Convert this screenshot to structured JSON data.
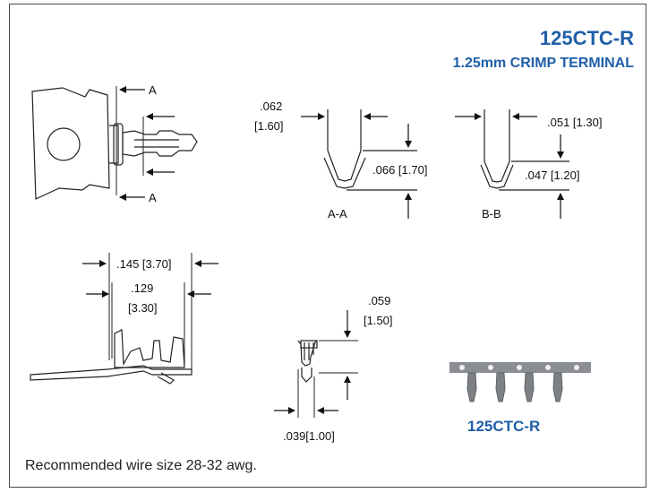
{
  "header": {
    "part_number": "125CTC-R",
    "description": "1.25mm CRIMP TERMINAL"
  },
  "top_view": {
    "section_label_top": "A",
    "section_label_bottom": "A"
  },
  "section_aa": {
    "width_in": ".062",
    "width_mm": "[1.60]",
    "height_dim": ".066 [1.70]",
    "label": "A-A"
  },
  "section_bb": {
    "width_dim": ".051 [1.30]",
    "height_dim": ".047 [1.20]",
    "label": "B-B"
  },
  "side_view": {
    "outer_dim": ".145 [3.70]",
    "inner_in": ".129",
    "inner_mm": "[3.30]"
  },
  "end_view": {
    "height_in": ".059",
    "height_mm": "[1.50]",
    "width_dim": ".039[1.00]"
  },
  "photo": {
    "caption": "125CTC-R"
  },
  "footer": {
    "note": "Recommended wire size 28-32 awg."
  },
  "colors": {
    "accent": "#1f5fa8",
    "line": "#222222"
  }
}
